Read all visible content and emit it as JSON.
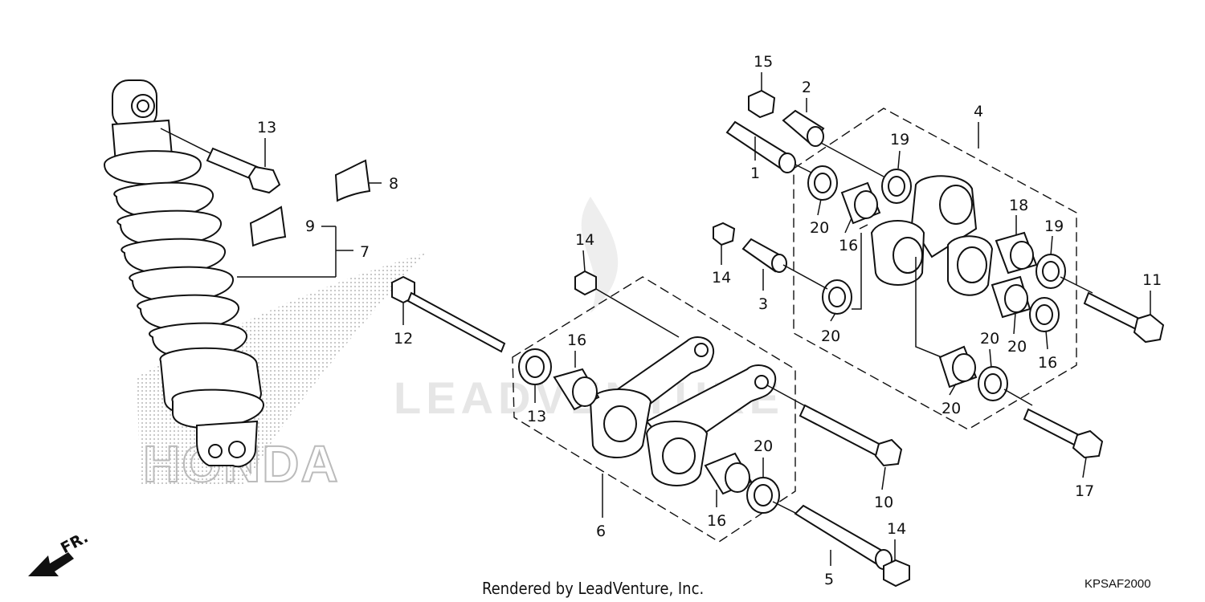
{
  "diagram": {
    "watermark": "LEADVENTURE",
    "brand_logo_text": "HONDA",
    "direction_label": "FR.",
    "footer_credit": "Rendered by LeadVenture, Inc.",
    "diagram_code": "KPSAF2000",
    "callouts": [
      {
        "id": "c15",
        "text": "15"
      },
      {
        "id": "c2",
        "text": "2"
      },
      {
        "id": "c4",
        "text": "4"
      },
      {
        "id": "c19a",
        "text": "19"
      },
      {
        "id": "c13a",
        "text": "13"
      },
      {
        "id": "c8",
        "text": "8"
      },
      {
        "id": "c1",
        "text": "1"
      },
      {
        "id": "c9",
        "text": "9"
      },
      {
        "id": "c7",
        "text": "7"
      },
      {
        "id": "c20a",
        "text": "20"
      },
      {
        "id": "c16a",
        "text": "16"
      },
      {
        "id": "c18",
        "text": "18"
      },
      {
        "id": "c19b",
        "text": "19"
      },
      {
        "id": "c14a",
        "text": "14"
      },
      {
        "id": "c14b",
        "text": "14"
      },
      {
        "id": "c3",
        "text": "3"
      },
      {
        "id": "c11",
        "text": "11"
      },
      {
        "id": "c12",
        "text": "12"
      },
      {
        "id": "c20b",
        "text": "20"
      },
      {
        "id": "c16b",
        "text": "16"
      },
      {
        "id": "c20c",
        "text": "20"
      },
      {
        "id": "c20d",
        "text": "20"
      },
      {
        "id": "c16c",
        "text": "16"
      },
      {
        "id": "c20e",
        "text": "20"
      },
      {
        "id": "c17",
        "text": "17"
      },
      {
        "id": "c13b",
        "text": "13"
      },
      {
        "id": "c10",
        "text": "10"
      },
      {
        "id": "c20f",
        "text": "20"
      },
      {
        "id": "c6",
        "text": "6"
      },
      {
        "id": "c16d",
        "text": "16"
      },
      {
        "id": "c14c",
        "text": "14"
      },
      {
        "id": "c5",
        "text": "5"
      }
    ]
  }
}
